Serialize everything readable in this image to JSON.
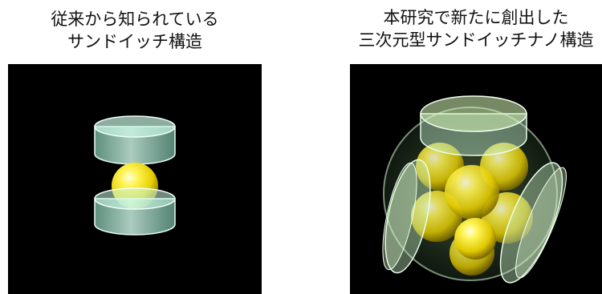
{
  "left_figure": {
    "caption_line1": "従来から知られている",
    "caption_line2": "サンドイッチ構造"
  },
  "right_figure": {
    "caption_line1": "本研究で新たに創出した",
    "caption_line2": "三次元型サンドイッチナノ構造"
  },
  "colors": {
    "background": "#000000",
    "disk_glass": "#bff5e0",
    "sphere_gold": "#f2e600"
  }
}
